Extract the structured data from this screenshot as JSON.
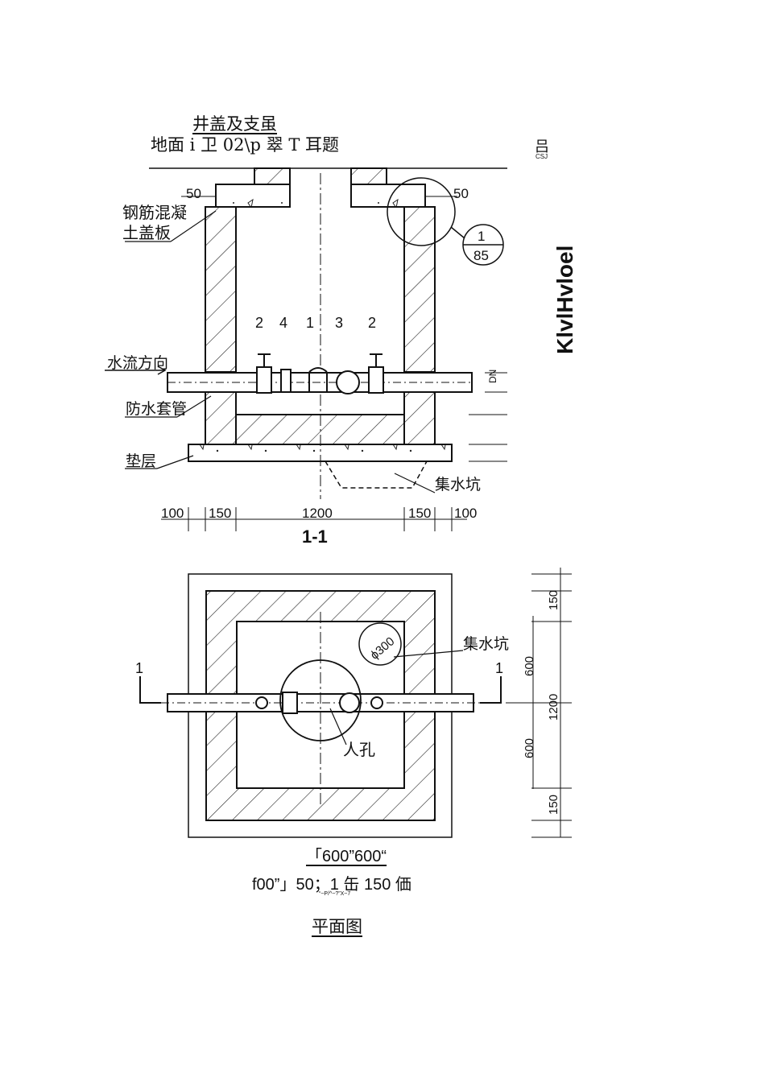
{
  "header": {
    "title_line1": "井盖及支虽",
    "title_line2": "地面 i 卫 02\\p 翠 T 耳题",
    "corner_glyph": "吕",
    "corner_small": "CSJ",
    "vertical_text": "KlvlHvloel"
  },
  "section": {
    "dim_top_left": "50",
    "dim_top_right": "50",
    "label_cover": [
      "钢筋混凝",
      "土盖板"
    ],
    "label_flow": "水流方向",
    "label_sleeve": "防水套管",
    "label_bedding": "垫层",
    "label_sump": "集水坑",
    "detail_ref_top": "1",
    "detail_ref_bottom": "85",
    "part_numbers": [
      "2",
      "4",
      "1",
      "3",
      "2"
    ],
    "pipe_label": "DN",
    "bottom_dims": [
      "100",
      "150",
      "1200",
      "150",
      "100"
    ],
    "title": "1-1"
  },
  "plan": {
    "cut_mark_left": "1",
    "cut_mark_right": "1",
    "label_sump": "集水坑",
    "label_sump_dia": "ϕ300",
    "label_manhole": "人孔",
    "right_dims": [
      "150",
      "600",
      "1200",
      "600",
      "150"
    ],
    "caption_line1": "「600”600“",
    "caption_line2": "f00”」50；1 缶 150 価",
    "caption_small": "“~P/^~?”X~7",
    "title": "平面图"
  }
}
